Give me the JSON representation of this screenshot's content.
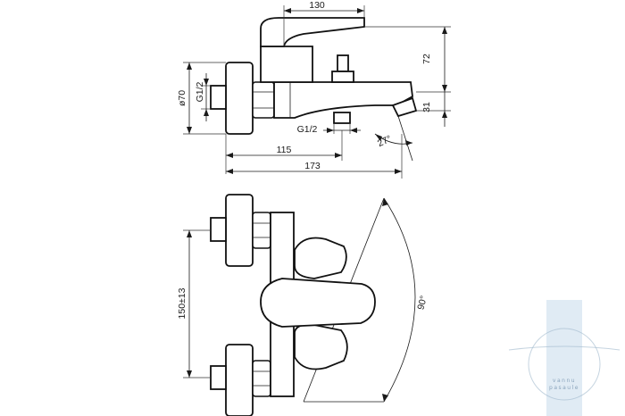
{
  "drawing": {
    "dimensions": {
      "top_width": "130",
      "height_72": "72",
      "height_31": "31",
      "diameter": "ø70",
      "inlet_thread": "G1/2",
      "outlet_thread": "G1/2",
      "spout_angle": "27°",
      "length_115": "115",
      "length_173": "173",
      "center_distance": "150±13",
      "rotation_angle": "90°"
    }
  },
  "watermark": {
    "text_line1": "vannu",
    "text_line2": "pasaule",
    "colors": {
      "bar": "#d6e4f0",
      "ring": "#9fb7cc"
    }
  }
}
